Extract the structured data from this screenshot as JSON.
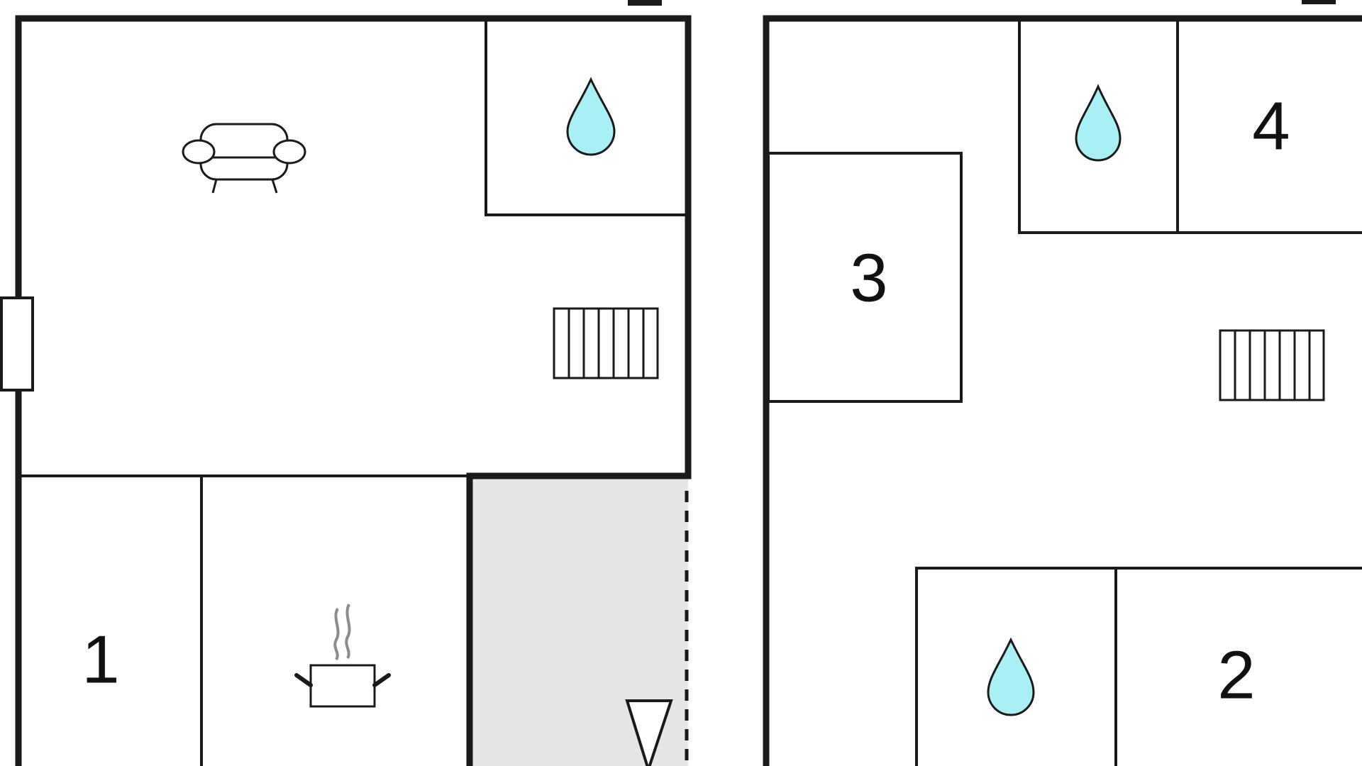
{
  "floors": [
    {
      "rooms": [
        {
          "label": "1",
          "type": "bedroom"
        },
        {
          "type": "kitchen",
          "icon": "cooking-pot-icon"
        },
        {
          "type": "living-room",
          "icon": "sofa-icon"
        },
        {
          "type": "bathroom",
          "icon": "water-drop-icon"
        },
        {
          "type": "terrace"
        }
      ],
      "stairs_icon": "stairs-icon",
      "entrance_icon": "entrance-arrow-icon"
    },
    {
      "rooms": [
        {
          "label": "2",
          "type": "bedroom"
        },
        {
          "label": "3",
          "type": "bedroom"
        },
        {
          "label": "4",
          "type": "bedroom"
        },
        {
          "type": "bathroom",
          "icon": "water-drop-icon"
        },
        {
          "type": "bathroom",
          "icon": "water-drop-icon"
        }
      ],
      "stairs_icon": "stairs-icon"
    }
  ],
  "colors": {
    "wall": "#1a1a1a",
    "water": "#a9f0f5",
    "terrace": "#e6e6e6",
    "steam": "#8c8c8c"
  }
}
